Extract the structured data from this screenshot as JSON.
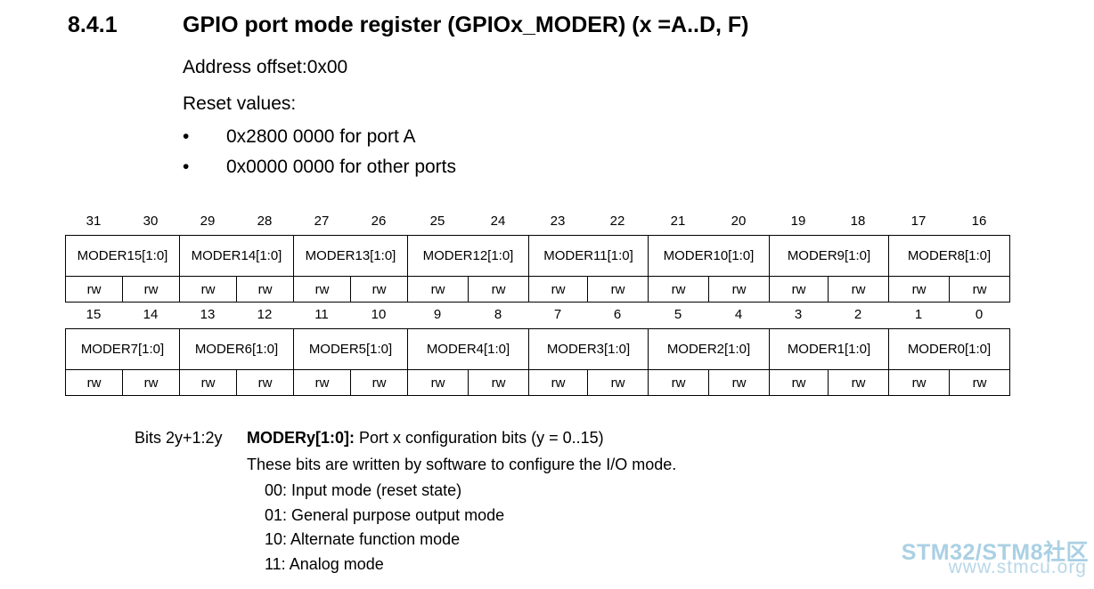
{
  "section": {
    "number": "8.4.1",
    "title": "GPIO port mode register (GPIOx_MODER) (x =A..D, F)"
  },
  "address_offset": "Address offset:0x00",
  "reset": {
    "heading": "Reset values:",
    "bullet_symbol": "•",
    "items": [
      "0x2800 0000 for port A",
      "0x0000 0000 for other ports"
    ]
  },
  "register": {
    "upper_bit_numbers": [
      "31",
      "30",
      "29",
      "28",
      "27",
      "26",
      "25",
      "24",
      "23",
      "22",
      "21",
      "20",
      "19",
      "18",
      "17",
      "16"
    ],
    "lower_bit_numbers": [
      "15",
      "14",
      "13",
      "12",
      "11",
      "10",
      "9",
      "8",
      "7",
      "6",
      "5",
      "4",
      "3",
      "2",
      "1",
      "0"
    ],
    "upper_fields": [
      "MODER15[1:0]",
      "MODER14[1:0]",
      "MODER13[1:0]",
      "MODER12[1:0]",
      "MODER11[1:0]",
      "MODER10[1:0]",
      "MODER9[1:0]",
      "MODER8[1:0]"
    ],
    "lower_fields": [
      "MODER7[1:0]",
      "MODER6[1:0]",
      "MODER5[1:0]",
      "MODER4[1:0]",
      "MODER3[1:0]",
      "MODER2[1:0]",
      "MODER1[1:0]",
      "MODER0[1:0]"
    ],
    "access": "rw"
  },
  "bit_description": {
    "bits": "Bits 2y+1:2y",
    "field_name": "MODERy[1:0]:",
    "field_summary": " Port x configuration bits (y = 0..15)",
    "intro": "These bits are written by software to configure the I/O mode.",
    "modes": [
      "00: Input mode (reset state)",
      "01: General purpose output mode",
      "10: Alternate function mode",
      "11: Analog mode"
    ]
  },
  "watermark": {
    "line1": "STM32/STM8社区",
    "line2": "www.stmcu.org"
  }
}
